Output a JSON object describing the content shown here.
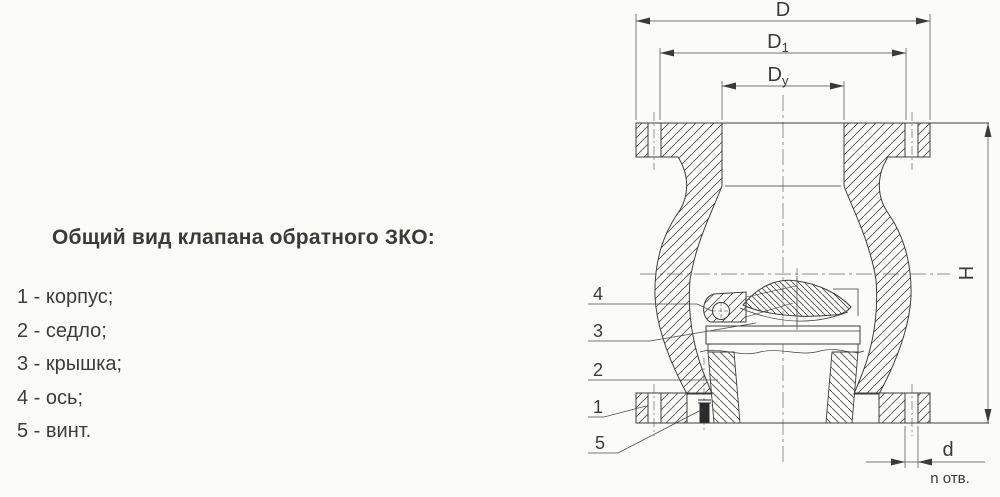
{
  "left_panel": {
    "title": "Общий вид клапана обратного ЗКО:",
    "parts": [
      {
        "text": "1 - корпус;"
      },
      {
        "text": "2 - седло;"
      },
      {
        "text": "3 - крышка;"
      },
      {
        "text": "4 - ось;"
      },
      {
        "text": "5 - винт."
      }
    ]
  },
  "drawing": {
    "dimensions": {
      "outer_diameter": {
        "main": "D",
        "sub": ""
      },
      "bolt_circle": {
        "main": "D",
        "sub": "1"
      },
      "nominal_bore": {
        "main": "D",
        "sub": "y"
      },
      "height": "H",
      "hole_diameter": "d",
      "holes_note": "n отв."
    },
    "callouts": [
      "4",
      "3",
      "2",
      "1",
      "5"
    ],
    "colors": {
      "line": "#3d3d3d",
      "paper": "#fbfbf8"
    }
  }
}
